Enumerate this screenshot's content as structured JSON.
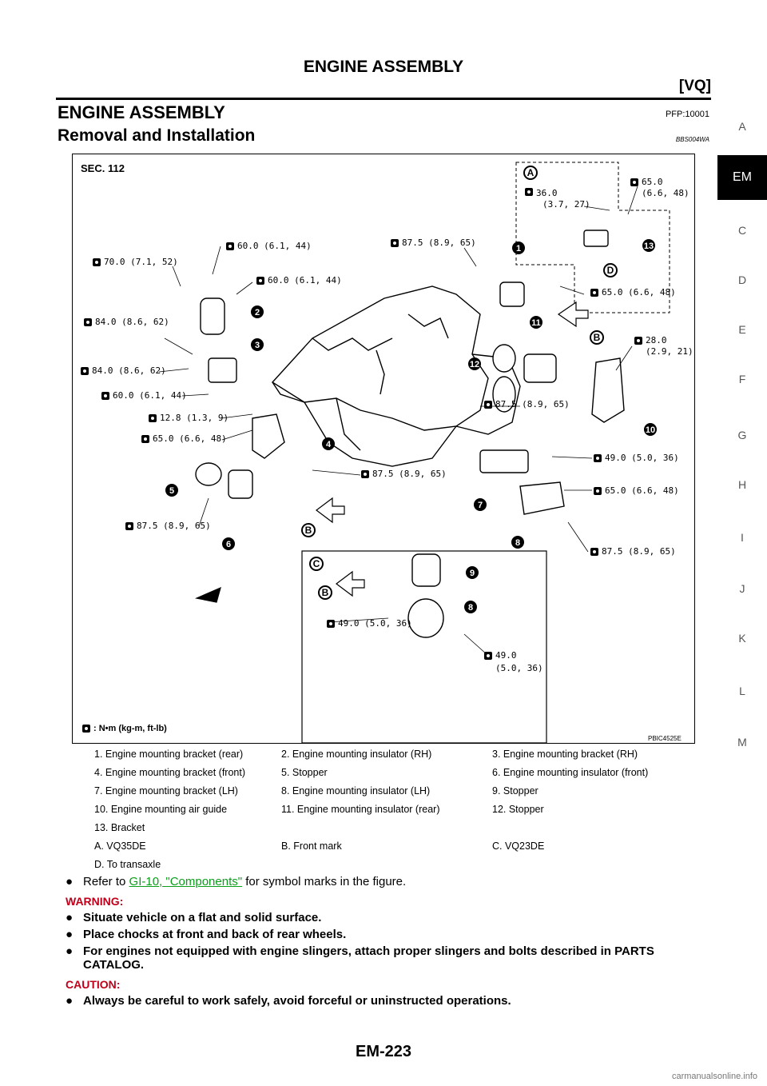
{
  "header": {
    "title": "ENGINE ASSEMBLY",
    "code": "[VQ]"
  },
  "section": {
    "title": "ENGINE ASSEMBLY",
    "code": "PFP:10001"
  },
  "subsection": {
    "title": "Removal and Installation",
    "code": "BBS004WA"
  },
  "side_nav": {
    "letters": [
      "A",
      "EM",
      "C",
      "D",
      "E",
      "F",
      "G",
      "H",
      "I",
      "J",
      "K",
      "L",
      "M"
    ],
    "active": "EM"
  },
  "figure": {
    "sec_label": "SEC. 112",
    "figure_code": "PBIC4525E",
    "unit_note": ": N•m (kg-m, ft-lb)",
    "torques": [
      "65.0",
      "(6.6, 48)",
      "36.0",
      "(3.7, 27)",
      "87.5 (8.9, 65)",
      "60.0 (6.1, 44)",
      "70.0 (7.1, 52)",
      "60.0 (6.1, 44)",
      "65.0 (6.6, 48)",
      "84.0 (8.6, 62)",
      "28.0",
      "(2.9, 21)",
      "84.0 (8.6, 62)",
      "60.0 (6.1, 44)",
      "87.5 (8.9, 65)",
      "12.8 (1.3, 9)",
      "65.0 (6.6, 48)",
      "49.0 (5.0, 36)",
      "87.5 (8.9, 65)",
      "65.0 (6.6, 48)",
      "87.5 (8.9, 65)",
      "87.5 (8.9, 65)",
      "49.0 (5.0, 36)",
      "49.0",
      "(5.0, 36)"
    ],
    "callouts": [
      "1",
      "2",
      "3",
      "4",
      "5",
      "6",
      "7",
      "8",
      "9",
      "10",
      "11",
      "12",
      "13"
    ],
    "letters": [
      "A",
      "B",
      "C",
      "D"
    ]
  },
  "legend": {
    "rows": [
      [
        "1.  Engine mounting bracket (rear)",
        "2.  Engine mounting insulator (RH)",
        "3.  Engine mounting bracket (RH)"
      ],
      [
        "4.  Engine mounting bracket (front)",
        "5.  Stopper",
        "6.  Engine mounting insulator (front)"
      ],
      [
        "7.  Engine mounting bracket (LH)",
        "8.  Engine mounting insulator (LH)",
        "9.  Stopper"
      ],
      [
        "10.  Engine mounting air guide",
        "11.  Engine mounting insulator (rear)",
        "12.  Stopper"
      ],
      [
        "13.  Bracket",
        "",
        ""
      ],
      [
        "A.  VQ35DE",
        "B.  Front mark",
        "C.  VQ23DE"
      ],
      [
        "D.  To transaxle",
        "",
        ""
      ]
    ]
  },
  "notes": {
    "refer_prefix": "Refer to ",
    "refer_link": "GI-10, \"Components\"",
    "refer_suffix": " for symbol marks in the figure.",
    "warning_label": "WARNING:",
    "warnings": [
      "Situate vehicle on a flat and solid surface.",
      "Place chocks at front and back of rear wheels.",
      "For engines not equipped with engine slingers, attach proper slingers and bolts described in PARTS CATALOG."
    ],
    "caution_label": "CAUTION:",
    "cautions": [
      "Always be careful to work safely, avoid forceful or uninstructed operations."
    ]
  },
  "footer": {
    "page": "EM-223"
  },
  "watermark": "carmanualsonline.info"
}
